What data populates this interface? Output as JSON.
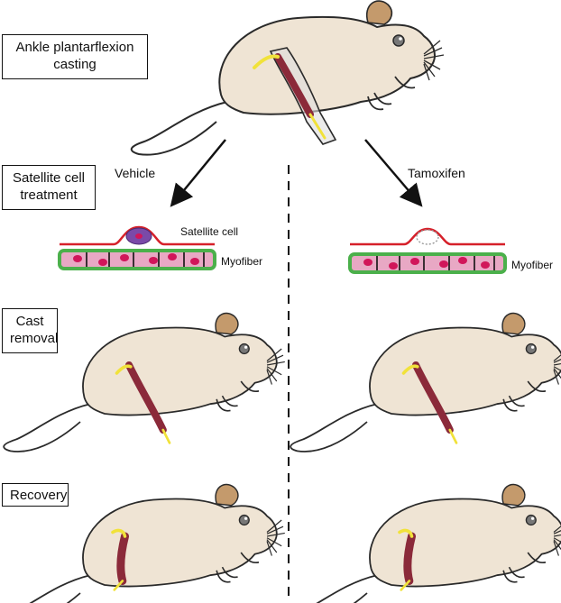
{
  "steps": {
    "casting": "Ankle plantarflexion casting",
    "treatment": "Satellite cell treatment",
    "cast_removal": "Cast removal",
    "recovery": "Recovery"
  },
  "branches": {
    "left": "Vehicle",
    "right": "Tamoxifen"
  },
  "labels": {
    "satellite_cell": "Satellite cell",
    "myofiber_left": "Myofiber",
    "myofiber_right": "Myofiber"
  },
  "colors": {
    "mouse_body": "#efe4d4",
    "ear": "#c49a6c",
    "muscle": "#8b2a3a",
    "tendon": "#f1e23a",
    "membrane": "#d6202a",
    "fiber_fill": "#e8a8c4",
    "fiber_border": "#4bb04b",
    "nucleus": "#d1165a",
    "satellite_cell": "#7a4aa8"
  }
}
